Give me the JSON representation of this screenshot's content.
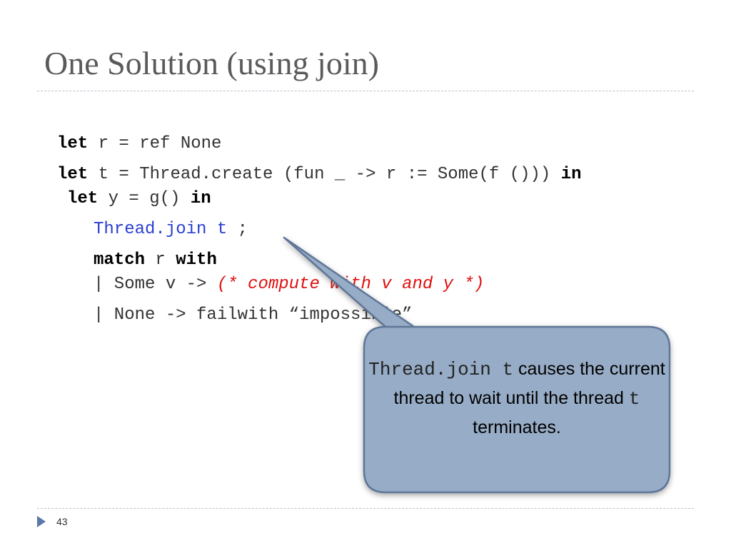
{
  "slide": {
    "title": "One Solution (using join)",
    "page_number": "43"
  },
  "code": {
    "line1": {
      "kw": "let",
      "rest": " r = ref None"
    },
    "line2": {
      "kw": "let",
      "rest": " t = Thread.create (fun _ -> r := Some(f ())) ",
      "kw2": "in"
    },
    "line3": {
      "kw": "let",
      "rest": " y = g() ",
      "kw2": "in"
    },
    "line4": {
      "call": "Thread.join t",
      "rest": " ;"
    },
    "line5": {
      "kw": "match",
      "mid": " r ",
      "kw2": "with"
    },
    "line6": {
      "rest": "| Some v -> ",
      "comment": "(* compute with v and y *)"
    },
    "line7": {
      "rest": "| None -> failwith “impossible”"
    }
  },
  "callout": {
    "code1": "Thread.join t",
    "text1": " causes the current thread to wait until the thread ",
    "code2": "t",
    "text2": " terminates."
  },
  "colors": {
    "callout_fill": "#97acc6",
    "callout_stroke": "#5f7697",
    "keyword_blue": "#2a3fcf",
    "comment_red": "#e01010"
  }
}
